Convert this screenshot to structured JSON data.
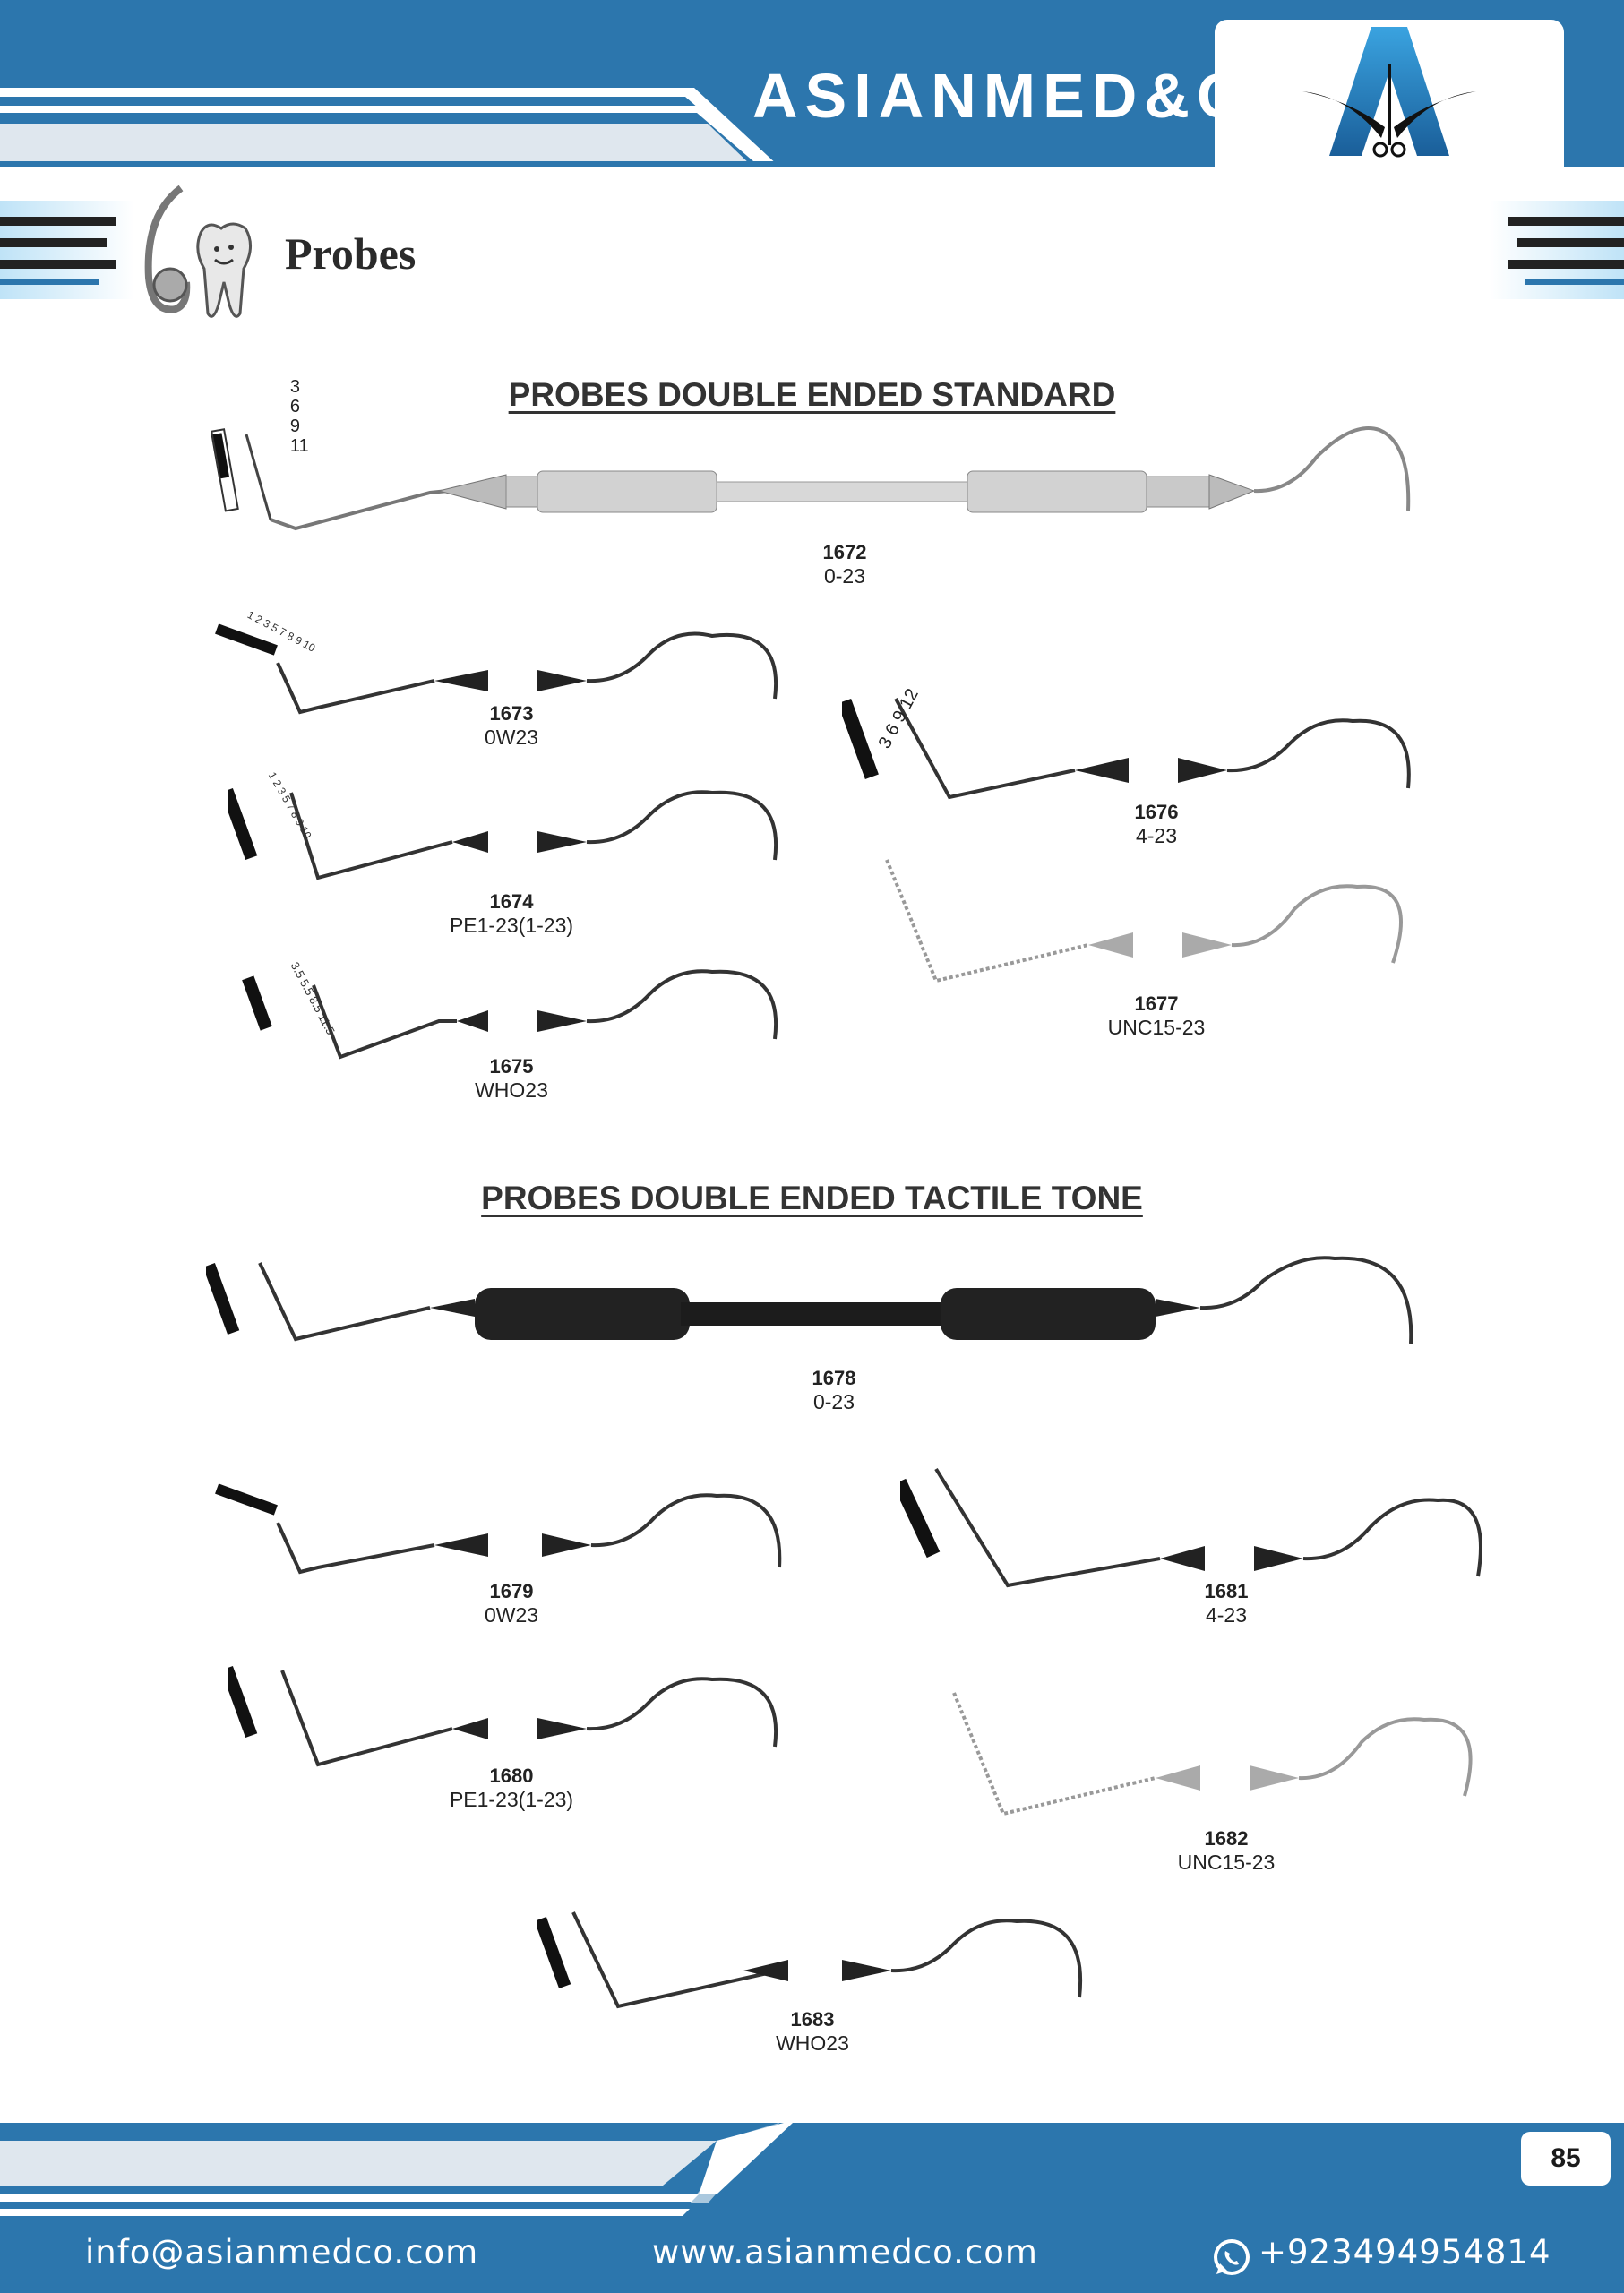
{
  "brand": "ASIANMED&CO",
  "section_title": "Probes",
  "headings": {
    "standard": "PROBES DOUBLE ENDED STANDARD",
    "tactile": "PROBES DOUBLE ENDED TACTILE TONE"
  },
  "products": [
    {
      "code": "1672",
      "model": "0-23"
    },
    {
      "code": "1673",
      "model": "0W23"
    },
    {
      "code": "1674",
      "model": "PE1-23(1-23)"
    },
    {
      "code": "1675",
      "model": "WHO23"
    },
    {
      "code": "1676",
      "model": "4-23"
    },
    {
      "code": "1677",
      "model": "UNC15-23"
    },
    {
      "code": "1678",
      "model": "0-23"
    },
    {
      "code": "1679",
      "model": "0W23"
    },
    {
      "code": "1680",
      "model": "PE1-23(1-23)"
    },
    {
      "code": "1681",
      "model": "4-23"
    },
    {
      "code": "1682",
      "model": "UNC15-23"
    },
    {
      "code": "1683",
      "model": "WHO23"
    }
  ],
  "probe_markings": {
    "p1672": [
      "3",
      "6",
      "9",
      "11"
    ],
    "p1673": [
      "1",
      "2",
      "3",
      "5",
      "7",
      "8",
      "9",
      "10"
    ],
    "p1674": [
      "1",
      "2",
      "3",
      "5",
      "7",
      "8",
      "9",
      "10"
    ],
    "p1675": [
      "3.5",
      "5.5",
      "8.5",
      "11.5"
    ],
    "p1676": [
      "3",
      "6",
      "9",
      "12"
    ]
  },
  "footer": {
    "email": "info@asianmedco.com",
    "website": "www.asianmedco.com",
    "phone": "+923494954814",
    "page_number": "85"
  },
  "colors": {
    "brand_blue": "#2c76ad",
    "light_stripe": "#dfe7ee",
    "text_dark": "#222222"
  },
  "icons": [
    "logo-icon",
    "tooth-probe-icon",
    "whatsapp-icon"
  ]
}
